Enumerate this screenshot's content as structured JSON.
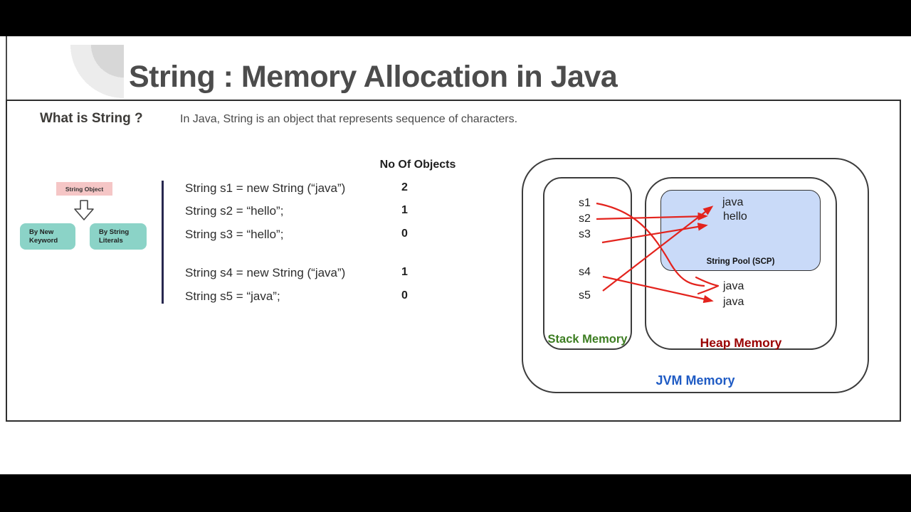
{
  "title": "String : Memory Allocation in Java",
  "qa": {
    "label": "What is String ?",
    "text": "In Java, String is an object that represents sequence of characters."
  },
  "flowchart": {
    "root": "String Object",
    "branches": [
      "By New\nKeyword",
      "By String\nLiterals"
    ]
  },
  "table": {
    "header": "No Of Objects",
    "rows": [
      {
        "code": "String s1 = new String (“java”)",
        "count": "2"
      },
      {
        "code": "String s2 = “hello”;",
        "count": "1"
      },
      {
        "code": "String s3 = “hello”;",
        "count": "0"
      },
      {
        "code": "String s4 = new String (“java”)",
        "count": "1"
      },
      {
        "code": "String s5 = “java”;",
        "count": "0"
      }
    ]
  },
  "diagram": {
    "jvm_label": "JVM Memory",
    "stack": {
      "label": "Stack Memory",
      "vars": [
        "s1",
        "s2",
        "s3",
        "s4",
        "s5"
      ]
    },
    "heap": {
      "label": "Heap Memory",
      "objects": [
        "java",
        "java"
      ]
    },
    "pool": {
      "label": "String Pool (SCP)",
      "items": [
        "java",
        "hello"
      ]
    },
    "arrows": [
      {
        "from": "s1",
        "to": "heap java (1st)",
        "head": "open"
      },
      {
        "from": "s2",
        "to": "pool hello",
        "head": "filled"
      },
      {
        "from": "s3",
        "to": "pool hello",
        "head": "filled"
      },
      {
        "from": "s4",
        "to": "heap java (2nd)",
        "head": "filled"
      },
      {
        "from": "s5",
        "to": "pool java",
        "head": "filled"
      }
    ]
  },
  "colors": {
    "title_text": "#4c4c4c",
    "box_pink": "#f5c6c6",
    "box_teal": "#8bd3c7",
    "divider_navy": "#28284f",
    "arrow_red": "#e3231d",
    "pool_fill": "#c9daf8",
    "stack_label": "#3c7d21",
    "heap_label": "#990000",
    "jvm_label": "#1f5bc4"
  }
}
